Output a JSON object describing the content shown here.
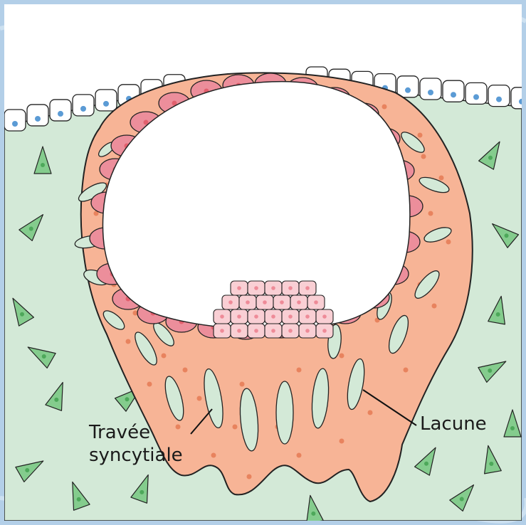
{
  "labels": {
    "travee_line1": "Travée",
    "travee_line2": "syncytiale",
    "lacune": "Lacune"
  },
  "colors": {
    "stroma": "#d3e9d7",
    "stromal_cell": "#84cc8d",
    "syncytio": "#f7b496",
    "cyto_cell": "#ec8e9b",
    "cyto_nucleus": "#e25f6d",
    "embryoblast": "#f9cfd4",
    "epithelium": "#ffffff",
    "epi_nucleus": "#5b9bd5",
    "lacuna_fill": "#d3e9d7",
    "outline": "#222222"
  }
}
